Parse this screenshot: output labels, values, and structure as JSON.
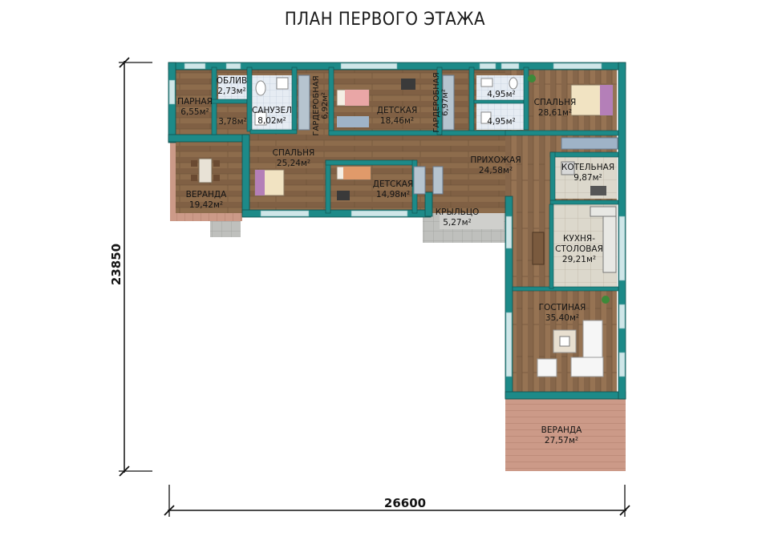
{
  "title": "ПЛАН ПЕРВОГО ЭТАЖА",
  "dimensions": {
    "width": "26600",
    "height": "23850"
  },
  "rooms": {
    "parnaya": {
      "name": "ПАРНАЯ",
      "area": "6,55м²"
    },
    "obliv": {
      "name": "ОБЛИВ",
      "area": "2,73м²"
    },
    "corridor": {
      "area": "3,78м²"
    },
    "sanuzel": {
      "name": "САНУЗЕЛ",
      "area": "8,02м²"
    },
    "garderob1": {
      "name": "ГАРДЕРОБНАЯ",
      "area": "6,92м²"
    },
    "detskaya1": {
      "name": "ДЕТСКАЯ",
      "area": "18,46м²"
    },
    "garderob2": {
      "name": "ГАРДЕРОБНАЯ",
      "area": "6,97м²"
    },
    "bath1": {
      "area": "4,95м²"
    },
    "bath2": {
      "area": "4,95м²"
    },
    "spalnya1": {
      "name": "СПАЛЬНЯ",
      "area": "28,61м²"
    },
    "spalnya2": {
      "name": "СПАЛЬНЯ",
      "area": "25,24м²"
    },
    "prihozhaya": {
      "name": "ПРИХОЖАЯ",
      "area": "24,58м²"
    },
    "kotelnaya": {
      "name": "КОТЕЛЬНАЯ",
      "area": "9,87м²"
    },
    "detskaya2": {
      "name": "ДЕТСКАЯ",
      "area": "14,98м²"
    },
    "veranda1": {
      "name": "ВЕРАНДА",
      "area": "19,42м²"
    },
    "kryltso": {
      "name": "КРЫЛЬЦО",
      "area": "5,27м²"
    },
    "kuhnya": {
      "name1": "КУХНЯ-",
      "name2": "СТОЛОВАЯ",
      "area": "29,21м²"
    },
    "gostinaya": {
      "name": "ГОСТИНАЯ",
      "area": "35,40м²"
    },
    "veranda2": {
      "name": "ВЕРАНДА",
      "area": "27,57м²"
    }
  },
  "colors": {
    "wall": "#1d8a88",
    "wood": "#8a6a4a",
    "tile": "#dcd6c8",
    "deck": "#c99684",
    "deck_line": "#b07d6b",
    "window": "#cfe6e8"
  }
}
